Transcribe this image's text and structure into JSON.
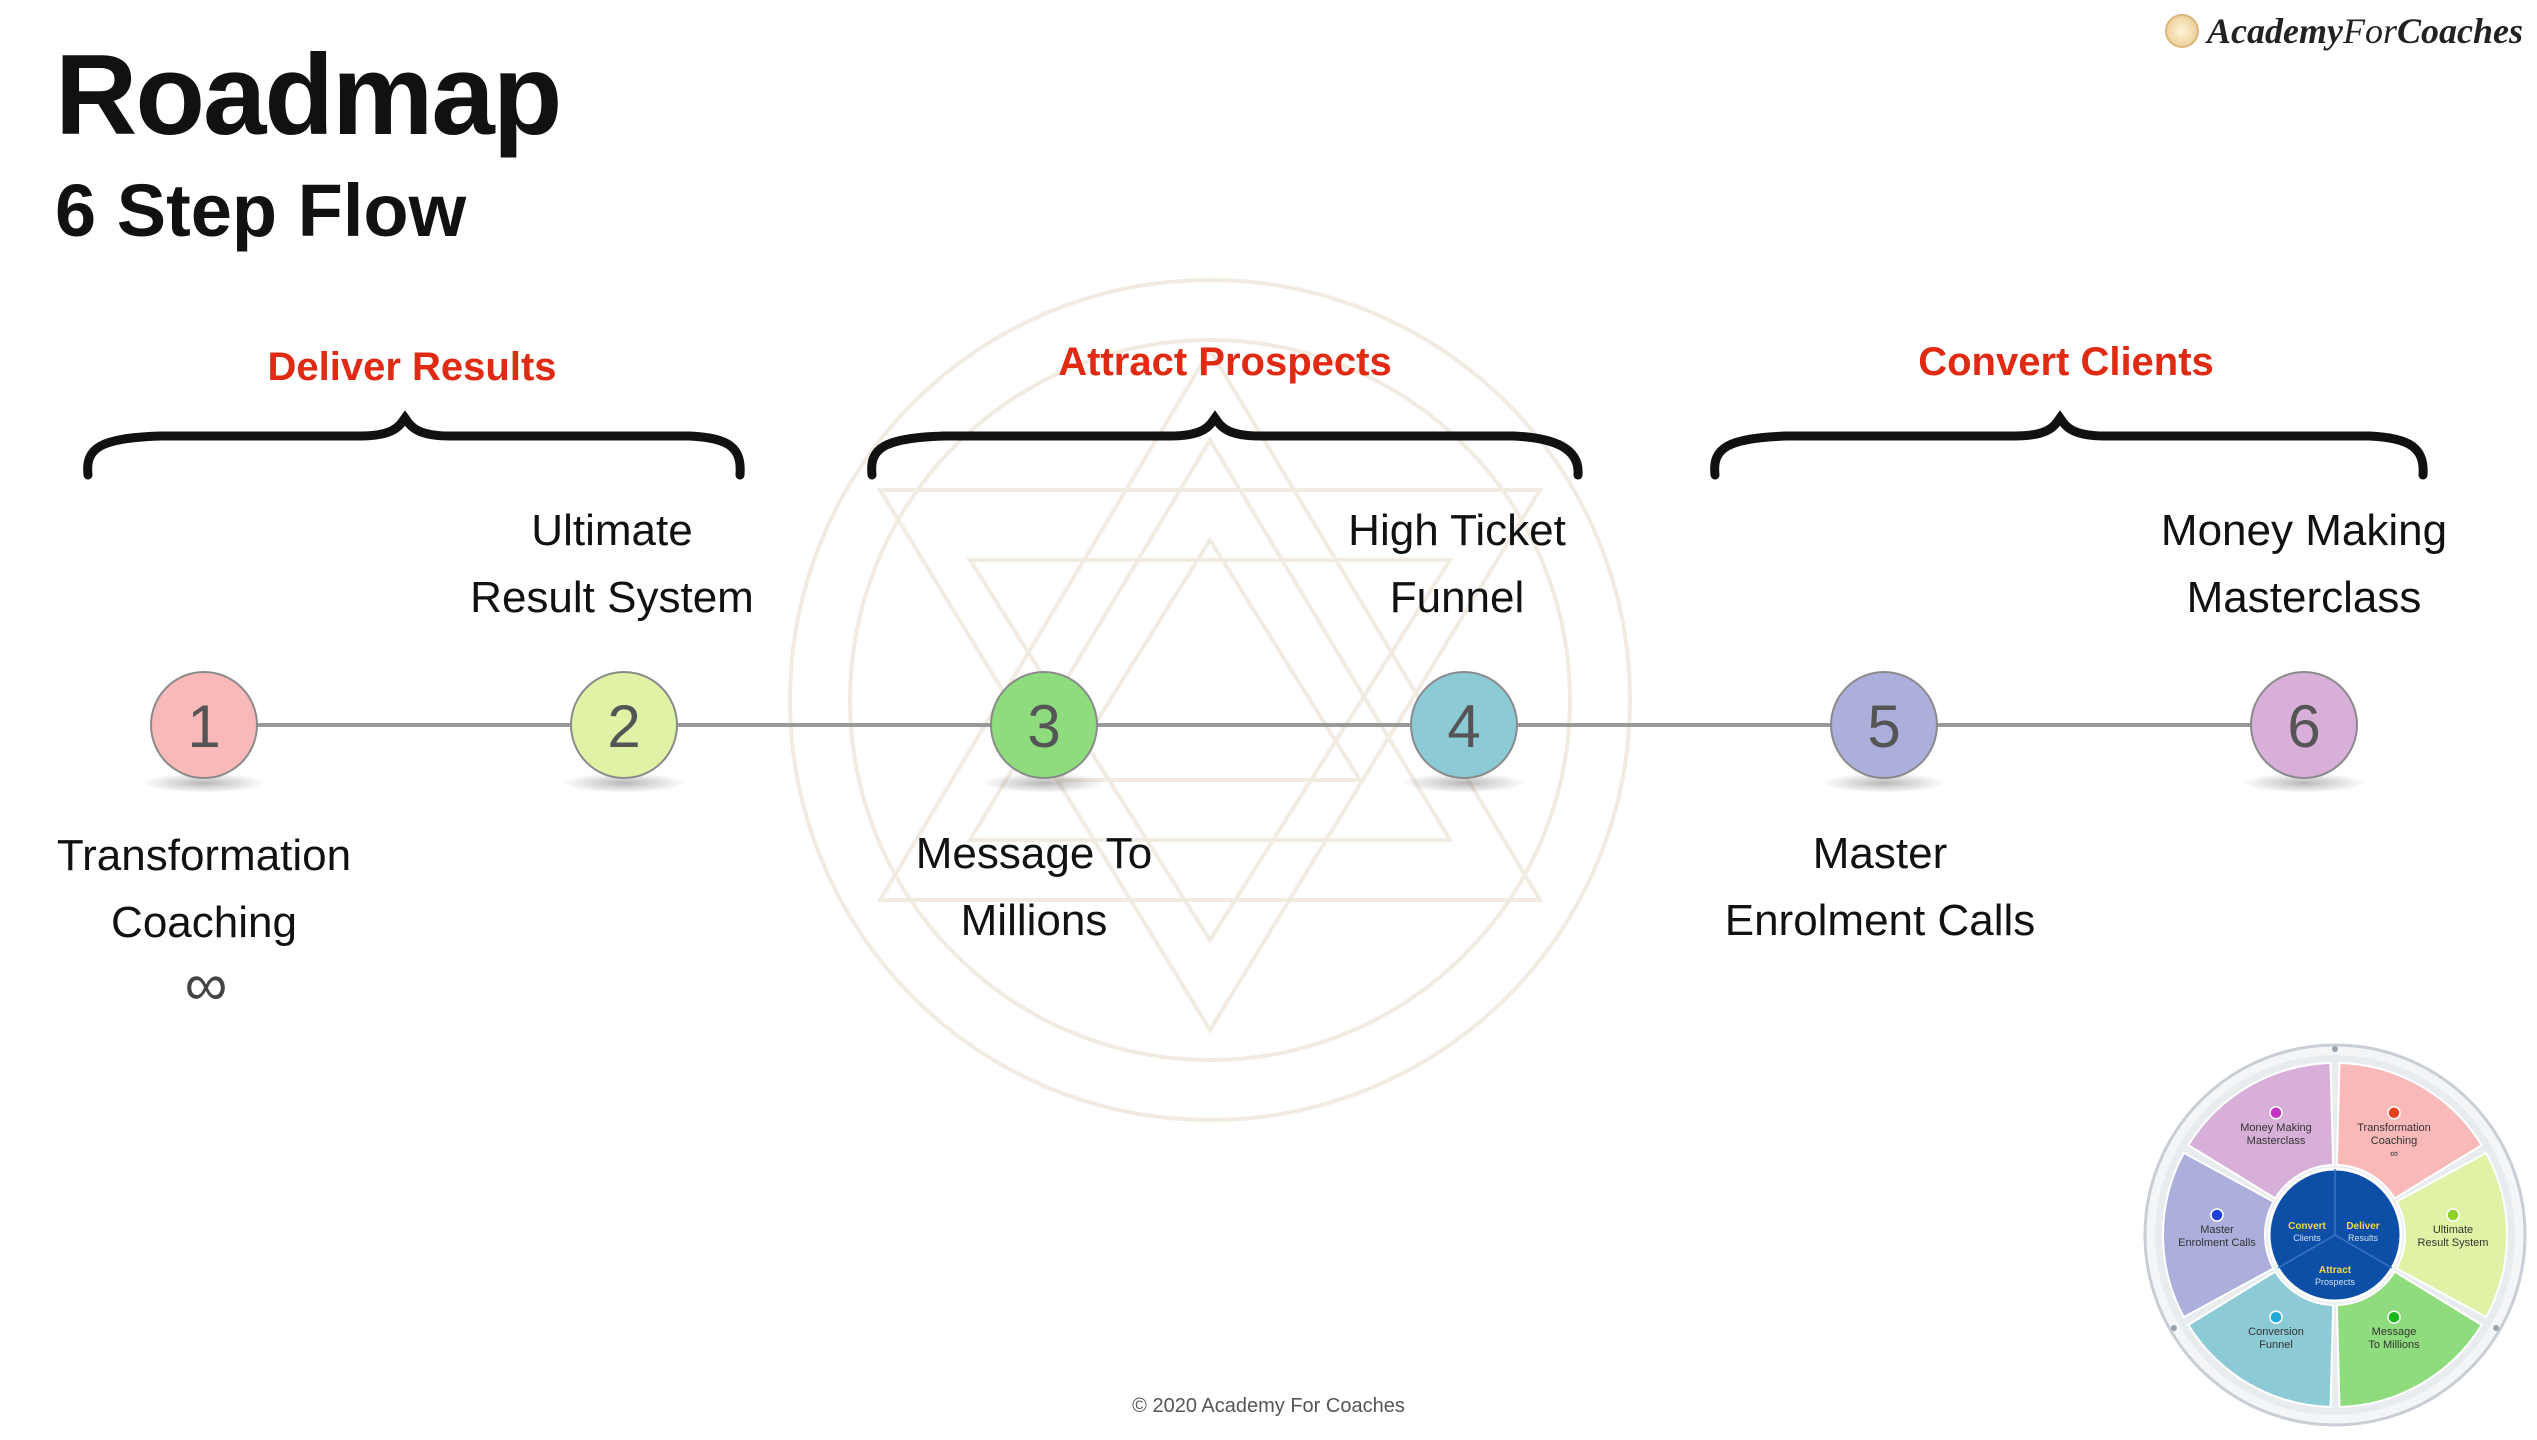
{
  "header": {
    "title": "Roadmap",
    "subtitle": "6 Step Flow",
    "logo_primary": "Academy",
    "logo_for": "For",
    "logo_secondary": "Coaches"
  },
  "phases": [
    {
      "label": "Deliver Results"
    },
    {
      "label": "Attract Prospects"
    },
    {
      "label": "Convert Clients"
    }
  ],
  "steps": [
    {
      "number": "1",
      "line1": "Transformation",
      "line2": "Coaching",
      "color": "#f9b9b9"
    },
    {
      "number": "2",
      "line1": "Ultimate",
      "line2": "Result System",
      "color": "#dff2a6"
    },
    {
      "number": "3",
      "line1": "Message To",
      "line2": "Millions",
      "color": "#8fdc7e"
    },
    {
      "number": "4",
      "line1": "High Ticket",
      "line2": "Funnel",
      "color": "#8ccad6"
    },
    {
      "number": "5",
      "line1": "Master",
      "line2": "Enrolment Calls",
      "color": "#acaedb"
    },
    {
      "number": "6",
      "line1": "Money Making",
      "line2": "Masterclass",
      "color": "#d7afd9"
    }
  ],
  "infinity_symbol": "∞",
  "footer": "© 2020 Academy For Coaches",
  "wheel": {
    "segments": [
      {
        "line1": "Transformation",
        "line2": "Coaching",
        "line3": "∞",
        "color": "#f9b9b9",
        "dot": "#e8421f"
      },
      {
        "line1": "Ultimate",
        "line2": "Result System",
        "line3": "",
        "color": "#dff2a6",
        "dot": "#8fd12a"
      },
      {
        "line1": "Message",
        "line2": "To Millions",
        "line3": "",
        "color": "#8fdc7e",
        "dot": "#18b81a"
      },
      {
        "line1": "Conversion",
        "line2": "Funnel",
        "line3": "",
        "color": "#8ccad6",
        "dot": "#1fa9d6"
      },
      {
        "line1": "Master",
        "line2": "Enrolment Calls",
        "line3": "",
        "color": "#acaedb",
        "dot": "#1c3fd9"
      },
      {
        "line1": "Money Making",
        "line2": "Masterclass",
        "line3": "",
        "color": "#d7afd9",
        "dot": "#c533c7"
      }
    ],
    "center": [
      {
        "bold": "Convert",
        "sub": "Clients"
      },
      {
        "bold": "Deliver",
        "sub": "Results"
      },
      {
        "bold": "Attract",
        "sub": "Prospects"
      }
    ],
    "colors": {
      "center": "#0d4fa6",
      "center_text": "#f6d64a",
      "rim": "#e9ecef"
    }
  },
  "colors": {
    "phase_label": "#e02a14",
    "connector": "#999999"
  }
}
